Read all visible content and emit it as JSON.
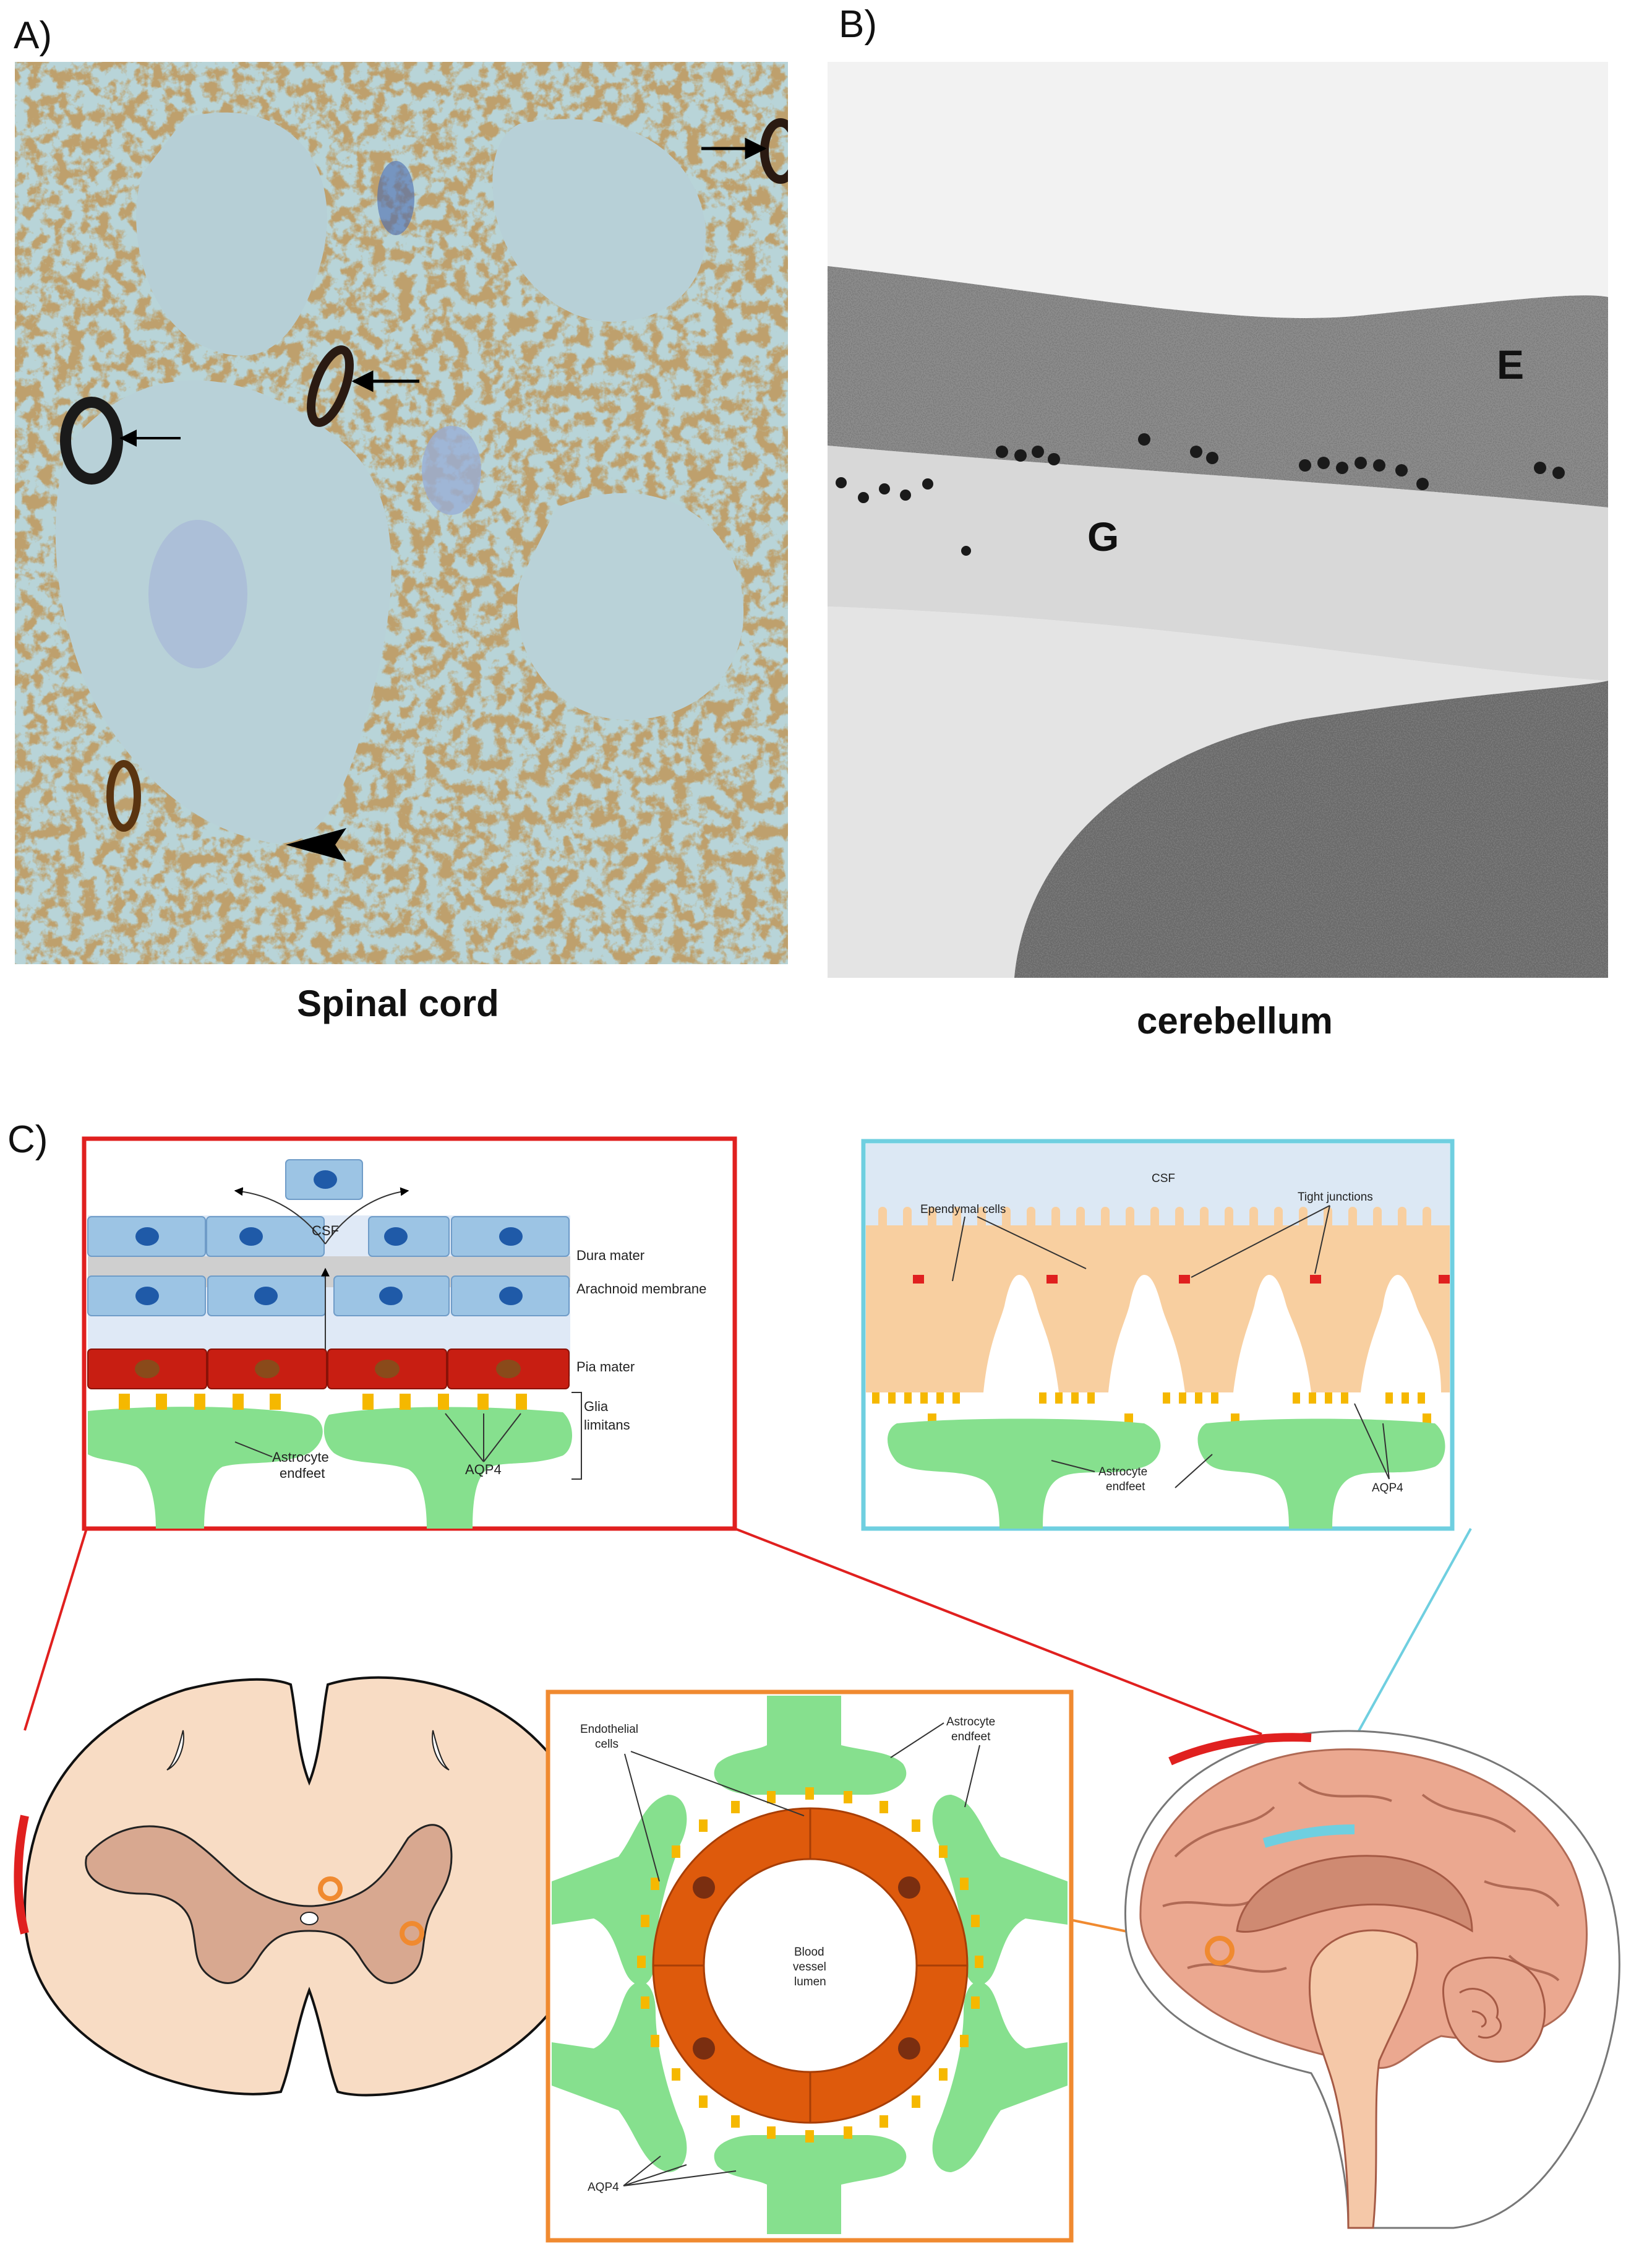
{
  "panels": {
    "a": {
      "letter": "A)",
      "caption": "Spinal cord"
    },
    "b": {
      "letter": "B)",
      "caption": "cerebellum",
      "labels": {
        "e": "E",
        "g": "G"
      }
    },
    "c": {
      "letter": "C)"
    }
  },
  "meninges_box": {
    "csf": "CSF",
    "dura": "Dura mater",
    "arachnoid": "Arachnoid membrane",
    "pia": "Pia mater",
    "glia": "Glia",
    "limitans": "limitans",
    "astro1": "Astrocyte",
    "astro2": "endfeet",
    "aqp4": "AQP4"
  },
  "ependyma_box": {
    "csf": "CSF",
    "ependymal": "Ependymal cells",
    "tight": "Tight junctions",
    "astro1": "Astrocyte",
    "astro2": "endfeet",
    "aqp4": "AQP4"
  },
  "vessel_box": {
    "endo1": "Endothelial",
    "endo2": "cells",
    "astro1": "Astrocyte",
    "astro2": "endfeet",
    "lumen1": "Blood",
    "lumen2": "vessel",
    "lumen3": "lumen",
    "aqp4": "AQP4"
  },
  "colors": {
    "meninges_frame": "#e0201f",
    "ependyma_frame": "#6fcfe0",
    "vessel_frame": "#f08a30",
    "astrocyte": "#86e08e",
    "aqp4": "#f5b800",
    "pia": "#c81e12",
    "arachnoid": "#9cc4e4",
    "ependymal": "#f8cfa0",
    "endothelium": "#de5a0c",
    "tissue": "#f8dcc4"
  }
}
